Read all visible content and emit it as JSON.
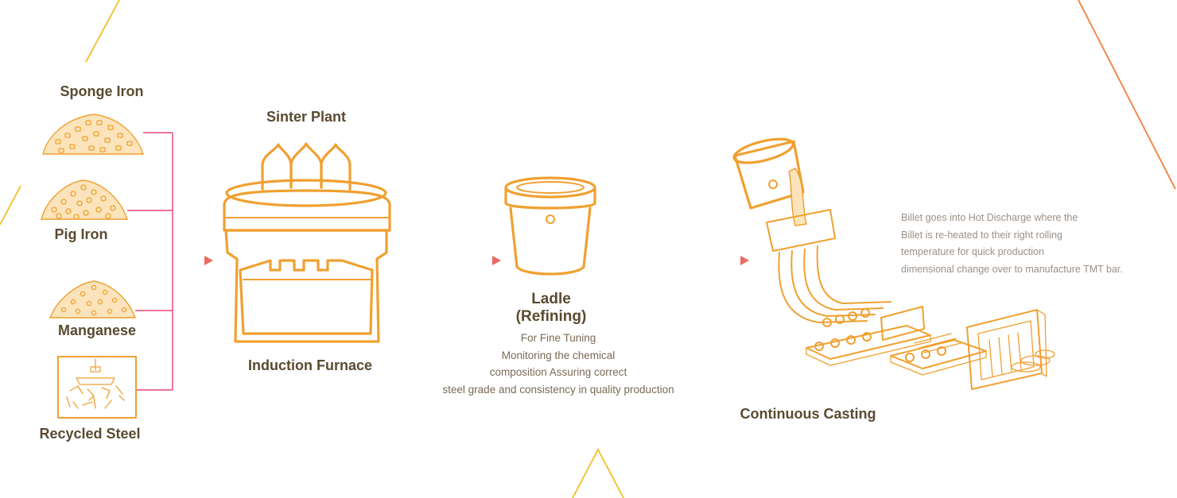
{
  "inputs": {
    "sponge_iron": "Sponge Iron",
    "pig_iron": "Pig Iron",
    "manganese": "Manganese",
    "recycled_steel": "Recycled Steel"
  },
  "furnace": {
    "top_label": "Sinter Plant",
    "bottom_label": "Induction Furnace"
  },
  "ladle": {
    "title_line1": "Ladle",
    "title_line2": "(Refining)",
    "desc_lines": [
      "For Fine Tuning",
      "Monitoring the chemical",
      "composition  Assuring correct",
      "steel grade and consistency in quality production"
    ]
  },
  "casting": {
    "label": "Continuous Casting"
  },
  "billet_note": {
    "lines": [
      "Billet goes into Hot Discharge where the",
      "Billet is re-heated to their right rolling",
      "temperature for quick production",
      "dimensional change over to manufacture TMT bar."
    ]
  },
  "colors": {
    "accent_orange": "#f0a030",
    "connector_pink": "#e8457a",
    "label_brown": "#5a4a30",
    "deco_yellow": "#f3c43a",
    "deco_orange": "#f08a4b"
  },
  "icons": [
    "sponge-iron-pile-icon",
    "pig-iron-pile-icon",
    "manganese-pile-icon",
    "scrap-magnet-icon",
    "induction-furnace-icon",
    "ladle-icon",
    "continuous-caster-icon"
  ]
}
